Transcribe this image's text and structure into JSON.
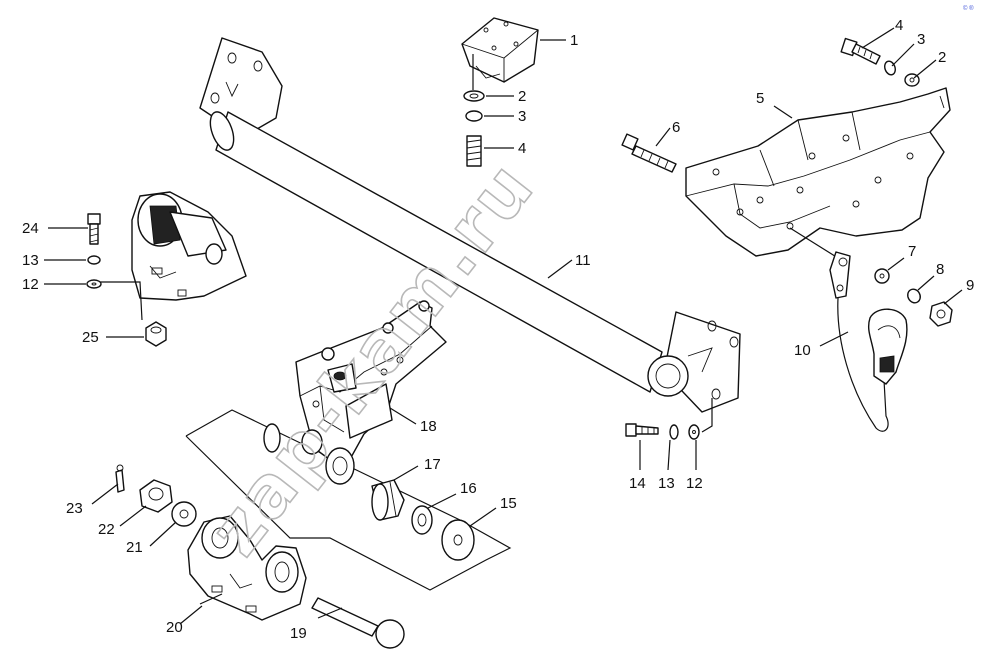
{
  "watermark": "zap-kam.ru",
  "corner_mark": "© ®",
  "callouts": {
    "c1": "1",
    "c2a": "2",
    "c3a": "3",
    "c4a": "4",
    "c4b": "4",
    "c3b": "3",
    "c2b": "2",
    "c5": "5",
    "c6": "6",
    "c7": "7",
    "c8": "8",
    "c9": "9",
    "c10": "10",
    "c11": "11",
    "c24": "24",
    "c13a": "13",
    "c12a": "12",
    "c25": "25",
    "c14": "14",
    "c13b": "13",
    "c12b": "12",
    "c18": "18",
    "c17": "17",
    "c16": "16",
    "c15": "15",
    "c23": "23",
    "c22": "22",
    "c21": "21",
    "c20": "20",
    "c19": "19"
  }
}
